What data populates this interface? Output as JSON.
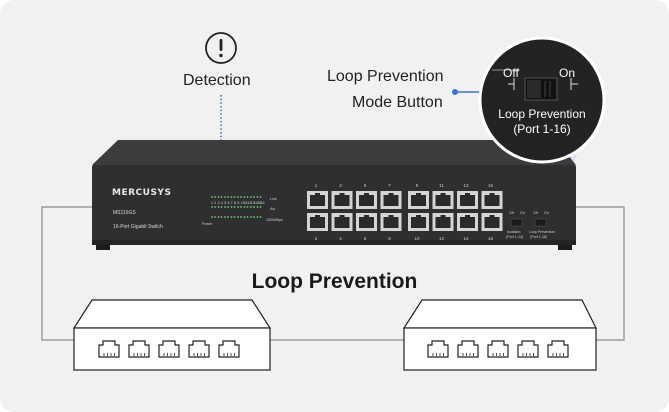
{
  "title": "Loop Prevention",
  "detection_label": "Detection",
  "callout": {
    "line1": "Loop Prevention",
    "line2": "Mode Button"
  },
  "zoom": {
    "off": "Off",
    "on": "On",
    "name": "Loop Prevention",
    "range": "(Port 1-16)"
  },
  "switch": {
    "brand": "MERCUSYS",
    "model": "MS116GS",
    "desc": "16-Port Gigabit Switch",
    "power": "Power",
    "led_numbers": [
      "1",
      "2",
      "3",
      "4",
      "5",
      "6",
      "7",
      "8",
      "9",
      "10",
      "11",
      "12",
      "13",
      "14",
      "15",
      "16"
    ],
    "led_legend": [
      "Link",
      "Act",
      "1000Mbps"
    ],
    "top_port_numbers": [
      "1",
      "3",
      "5",
      "7",
      "9",
      "11",
      "13",
      "15"
    ],
    "bottom_port_numbers": [
      "2",
      "4",
      "6",
      "8",
      "10",
      "12",
      "14",
      "16"
    ],
    "isolation_label": "Isolation",
    "isolation_sub": "(Port 1-14)",
    "loop_label": "Loop Prevention",
    "loop_sub": "(Port 1-16)",
    "off": "Off",
    "on": "On"
  },
  "colors": {
    "accent": "#3b6fe0",
    "switch_body": "#2f2f31",
    "switch_top": "#3c3c3f",
    "background": "#f1f1f1"
  },
  "icons": [
    "warning-icon",
    "ethernet-port-icon"
  ]
}
